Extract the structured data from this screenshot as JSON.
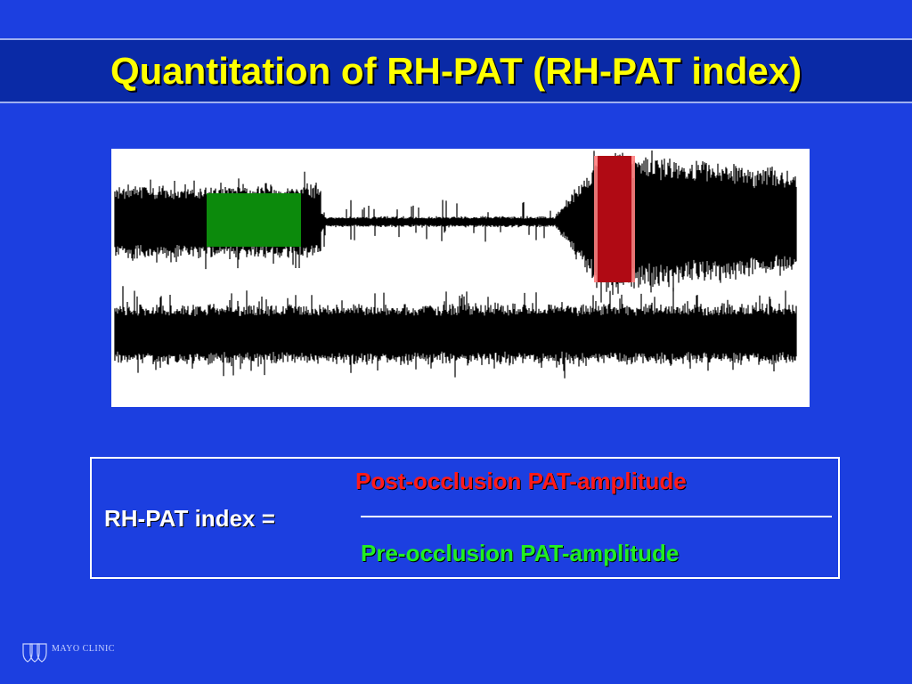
{
  "slide": {
    "title": "Quantitation of RH-PAT (RH-PAT index)",
    "formula": {
      "label": "RH-PAT index =",
      "numerator": "Post-occlusion PAT-amplitude",
      "denominator": "Pre-occlusion PAT-amplitude"
    },
    "logo": {
      "text": "MAYO CLINIC",
      "icon": "mayo-shields-icon"
    }
  },
  "colors": {
    "background": "#1c3fe0",
    "title_band": "#0a2aa6",
    "title_text": "#ffff00",
    "numerator_text": "#ff1a1a",
    "denominator_text": "#22ee22",
    "pre_occlusion_highlight": "#0c8a0c",
    "post_occlusion_highlight": "#d4141c"
  },
  "figure": {
    "icon": "pat-signal-waveform"
  }
}
